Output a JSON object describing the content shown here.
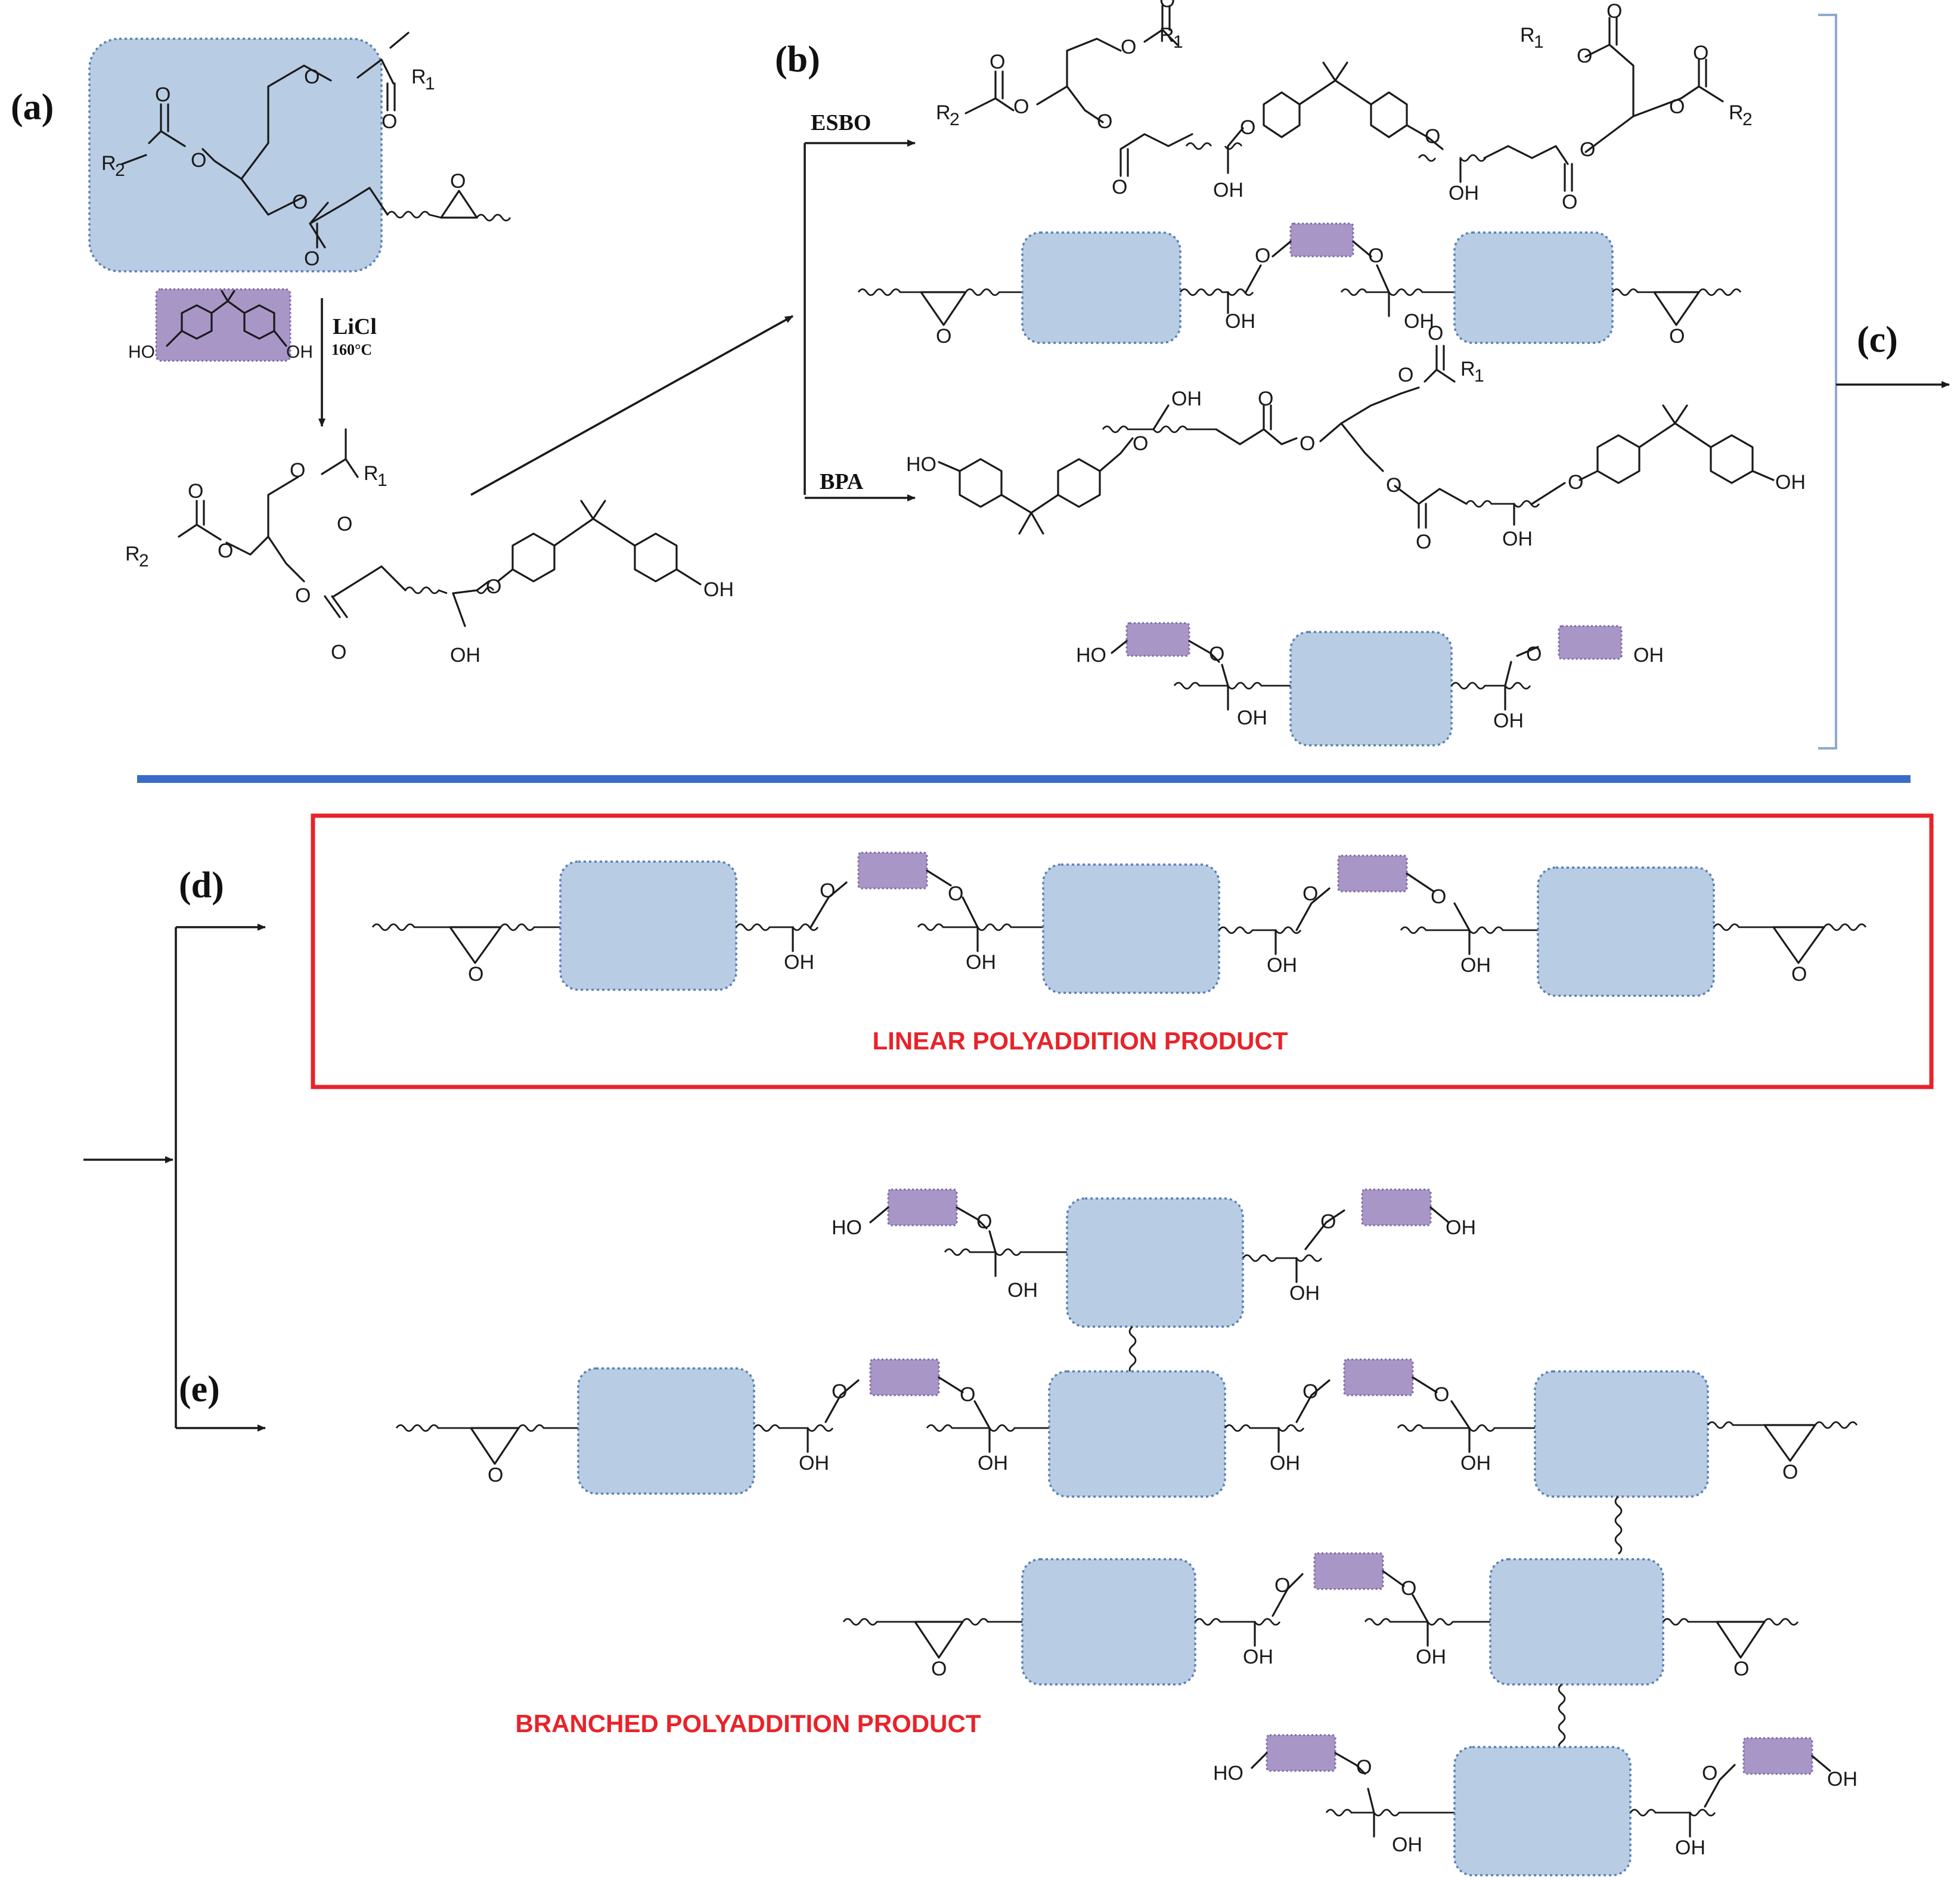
{
  "panels": {
    "a": "(a)",
    "b": "(b)",
    "c": "(c)",
    "d": "(d)",
    "e": "(e)"
  },
  "reagents": {
    "catalyst": "LiCl",
    "temperature": "160°C",
    "route_esbo": "ESBO",
    "route_bpa": "BPA"
  },
  "atoms": {
    "O": "O",
    "OH": "OH",
    "HO": "HO",
    "R1": "R",
    "R2": "R",
    "sub1": "1",
    "sub2": "2"
  },
  "captions": {
    "linear": "LINEAR POLYADDITION PRODUCT",
    "branched": "BRANCHED POLYADDITION PRODUCT"
  },
  "colors": {
    "triglyceride_fill": "#b8cde4",
    "triglyceride_border": "#5a7fb5",
    "bpa_fill": "#a897c6",
    "bpa_border": "#7b68a8",
    "divider": "#3a6bc8",
    "linear_box": "#e8232a",
    "caption_red": "#e8232a",
    "bracket": "#8fa9cf"
  }
}
